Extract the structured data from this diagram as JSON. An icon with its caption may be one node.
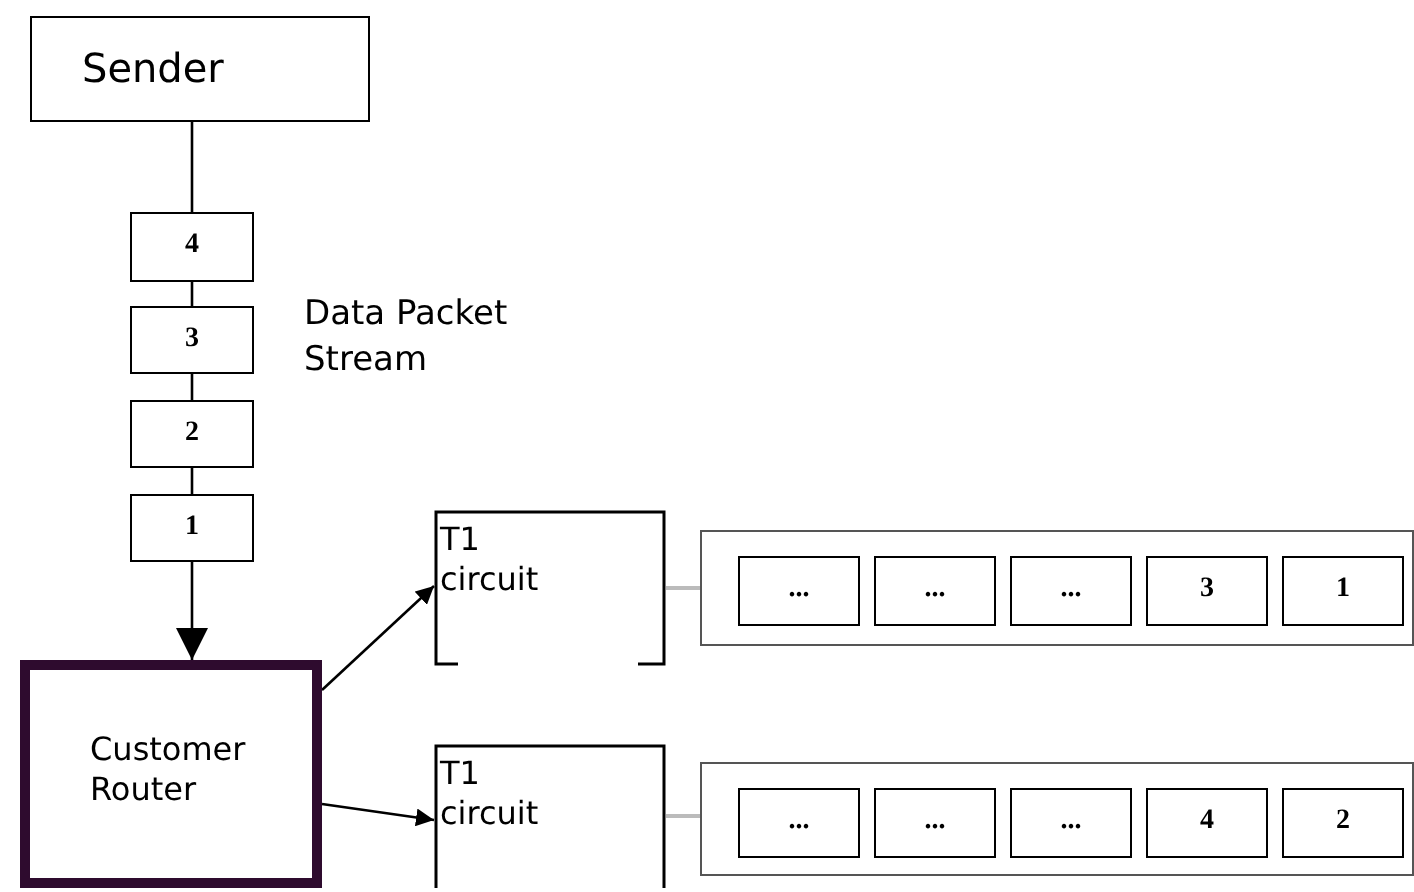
{
  "diagram": {
    "nodes": [
      {
        "text": [
          "Sender"
        ]
      },
      {
        "text": [
          "4"
        ]
      },
      {
        "text": [
          "3"
        ]
      },
      {
        "text": [
          "2"
        ]
      },
      {
        "text": [
          "1"
        ]
      },
      {
        "text": [
          "Customer Router"
        ]
      },
      {
        "text": [
          "T1 circuit"
        ]
      },
      {
        "text": [],
        "shape": "box"
      },
      {
        "text": [
          "..."
        ],
        "in": 7
      },
      {
        "text": [
          "..."
        ],
        "in": 7
      },
      {
        "text": [
          "..."
        ],
        "in": 7
      },
      {
        "text": [
          "3"
        ],
        "in": 7
      },
      {
        "text": [
          "1"
        ],
        "in": 7
      },
      {
        "text": [
          "T1 circuit"
        ]
      },
      {
        "text": [],
        "shape": "box"
      },
      {
        "text": [
          "..."
        ],
        "in": 14
      },
      {
        "text": [
          "..."
        ],
        "in": 14
      },
      {
        "text": [
          "..."
        ],
        "in": 14
      },
      {
        "text": [
          "4"
        ],
        "in": 14
      },
      {
        "text": [
          "2"
        ],
        "in": 14
      }
    ],
    "edges": [
      {
        "from": 0,
        "to": 1,
        "arrow": "none"
      },
      {
        "from": 1,
        "to": 2,
        "arrow": "none"
      },
      {
        "from": 2,
        "to": 3,
        "arrow": "none"
      },
      {
        "from": 3,
        "to": 4,
        "arrow": "none"
      },
      {
        "from": 4,
        "to": 5,
        "arrow": "to"
      },
      {
        "from": 5,
        "to": 6,
        "arrow": "to"
      },
      {
        "from": 5,
        "to": 13,
        "arrow": "to"
      },
      {
        "from": 6,
        "to": 7,
        "arrow": "none",
        "color": "#bbbbbb"
      },
      {
        "from": 13,
        "to": 14,
        "arrow": "none",
        "color": "#bbbbbb"
      }
    ],
    "labels": [
      "Data Packet Stream"
    ]
  }
}
